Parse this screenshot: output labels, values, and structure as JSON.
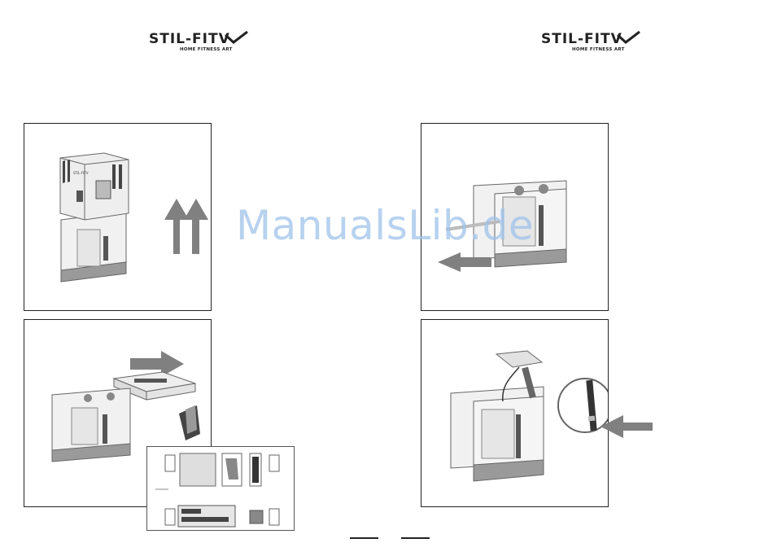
{
  "header": {
    "left_logo": {
      "brand": "STIL-FITV",
      "tagline": "HOME FITNESS ART"
    },
    "right_logo": {
      "brand": "STIL-FITV",
      "tagline": "HOME FITNESS ART"
    }
  },
  "watermark": {
    "text": "ManualsLib.de"
  },
  "illustrations": {
    "panel_1": {
      "box_brand": "STIL-FITV"
    }
  },
  "colors": {
    "arrow": "#808080",
    "outline": "#222222",
    "watermark": "#9fc3ea"
  }
}
